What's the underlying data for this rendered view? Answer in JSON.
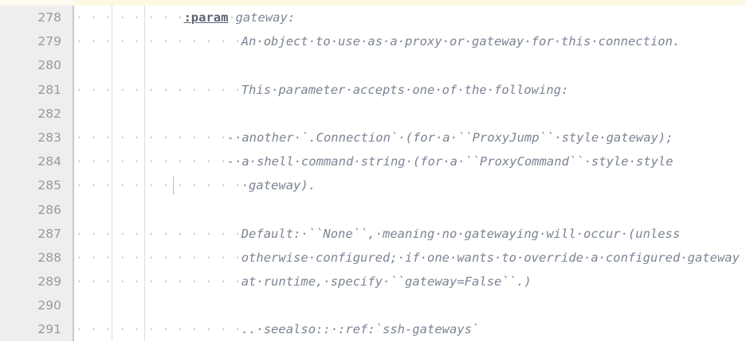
{
  "editor": {
    "name": "code-editor-docstring-view",
    "colors": {
      "background": "#ffffff",
      "gutter_background": "#eeeeee",
      "gutter_border": "#c9c9c9",
      "line_number": "#9a9a9a",
      "docstring_text": "#7b8494",
      "field_name": "#5b6472",
      "whitespace_dot": "#c5c9d2",
      "indent_guide": "#dcdcdc",
      "highlight_line": "#fdf8e3"
    },
    "first_line_number": 278,
    "last_line_number": 291,
    "indent_dot": "·",
    "lines": [
      {
        "number": "278",
        "indent_dots": "· · · · · · · ·",
        "segments": [
          {
            "kind": "field",
            "text": ":param"
          },
          {
            "kind": "ws",
            "text": "·"
          },
          {
            "kind": "text",
            "text": "gateway:"
          }
        ]
      },
      {
        "number": "279",
        "indent_dots": "· · · · · · · · · · · ·",
        "segments": [
          {
            "kind": "text",
            "text": "An·object·to·use·as·a·proxy·or·gateway·for·this·connection."
          }
        ]
      },
      {
        "number": "280",
        "indent_dots": "",
        "segments": []
      },
      {
        "number": "281",
        "indent_dots": "· · · · · · · · · · · ·",
        "segments": [
          {
            "kind": "text",
            "text": "This·parameter·accepts·one·of·the·following:"
          }
        ]
      },
      {
        "number": "282",
        "indent_dots": "",
        "segments": []
      },
      {
        "number": "283",
        "indent_dots": "· · · · · · · · · · ·",
        "segments": [
          {
            "kind": "text",
            "text": "-·another·`.Connection`·(for·a·``ProxyJump``·style·gateway);"
          }
        ]
      },
      {
        "number": "284",
        "indent_dots": "· · · · · · · · · · ·",
        "segments": [
          {
            "kind": "text",
            "text": "-·a·shell·command·string·(for·a·``ProxyCommand``·style·style"
          }
        ]
      },
      {
        "number": "285",
        "indent_dots": "· · · · · · · · · · · ·",
        "segments": [
          {
            "kind": "text",
            "text": "·gateway)."
          }
        ],
        "continuation_guide": true
      },
      {
        "number": "286",
        "indent_dots": "",
        "segments": []
      },
      {
        "number": "287",
        "indent_dots": "· · · · · · · · · · · ·",
        "segments": [
          {
            "kind": "text",
            "text": "Default:·``None``,·meaning·no·gatewaying·will·occur·(unless"
          }
        ]
      },
      {
        "number": "288",
        "indent_dots": "· · · · · · · · · · · ·",
        "segments": [
          {
            "kind": "text",
            "text": "otherwise·configured;·if·one·wants·to·override·a·configured·gateway"
          }
        ]
      },
      {
        "number": "289",
        "indent_dots": "· · · · · · · · · · · ·",
        "segments": [
          {
            "kind": "text",
            "text": "at·runtime,·specify·``gateway=False``.)"
          }
        ]
      },
      {
        "number": "290",
        "indent_dots": "",
        "segments": []
      },
      {
        "number": "291",
        "indent_dots": "· · · · · · · · · · · ·",
        "segments": [
          {
            "kind": "text",
            "text": "..·seealso::·:ref:`ssh-gateways`"
          }
        ]
      }
    ]
  }
}
